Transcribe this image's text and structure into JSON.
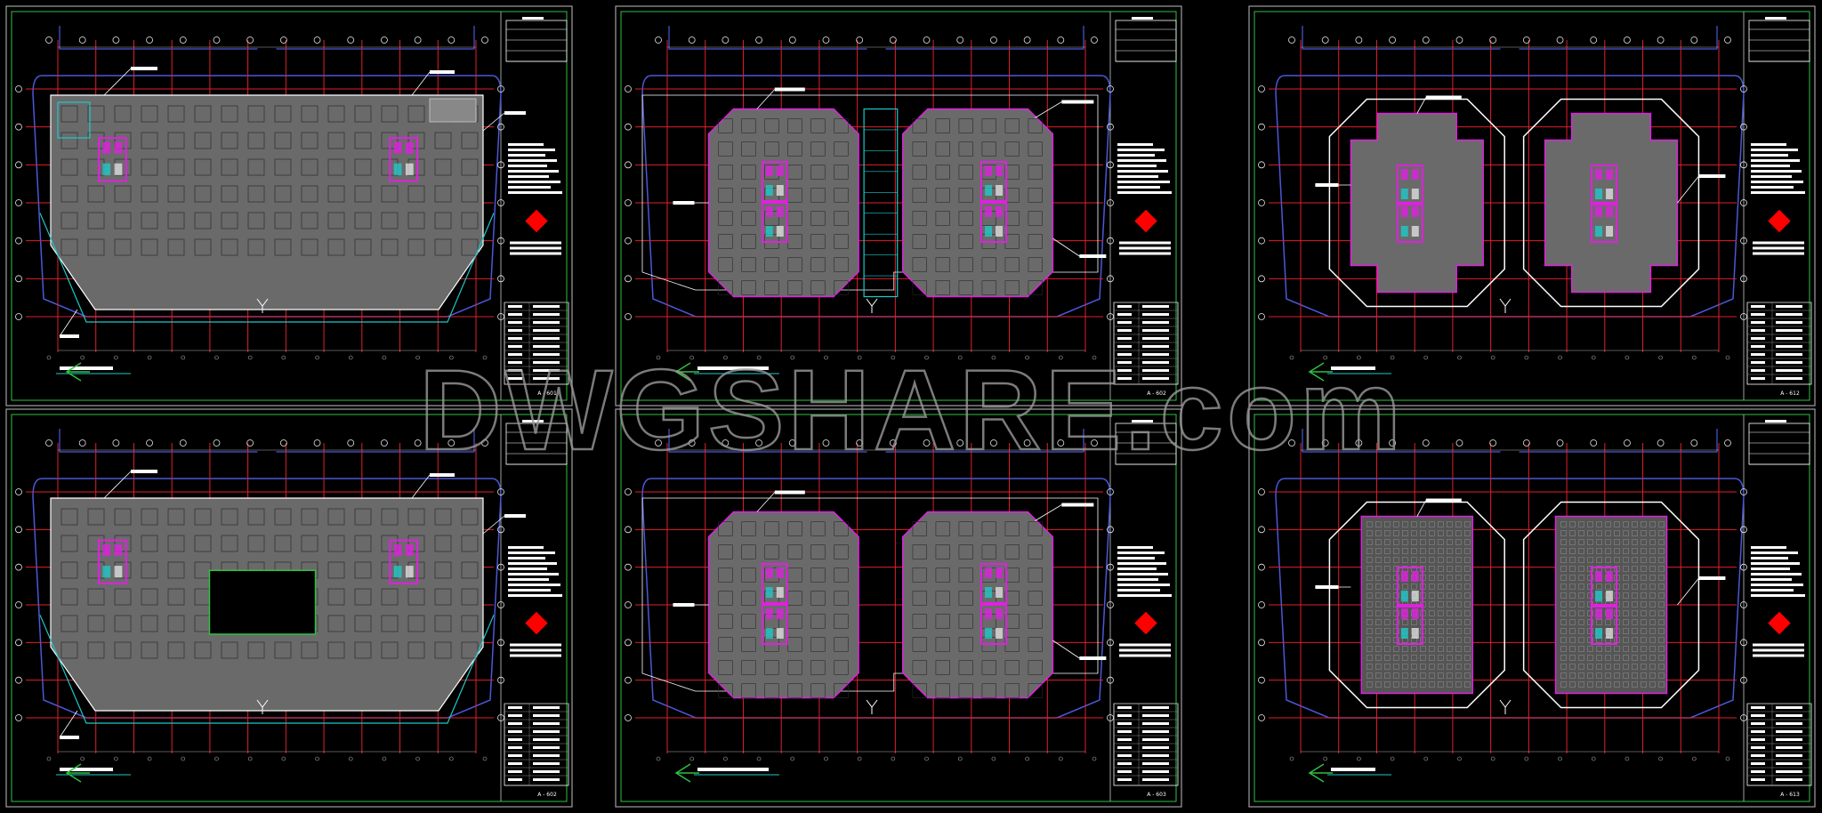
{
  "watermark": "DWGSHARE.com",
  "colors": {
    "background": "#000000",
    "sheet_border": "#a0a0a0",
    "grid_line": "#e0202a",
    "axis_bubble": "#e8e8e8",
    "site_outline": "#4a58d8",
    "floor_fill": "#6a6a6a",
    "core_magenta": "#e020e0",
    "stair_cyan": "#20c8c8",
    "green_line": "#30c040",
    "logo_red": "#ff0000",
    "label_white": "#ffffff"
  },
  "sheets": [
    {
      "id": "sheet-1",
      "plan": "podium",
      "drawing_no": "A - 601"
    },
    {
      "id": "sheet-2",
      "plan": "twin-octagon-bridged",
      "drawing_no": "A - 602"
    },
    {
      "id": "sheet-3",
      "plan": "twin-cross",
      "drawing_no": "A - 612"
    },
    {
      "id": "sheet-4",
      "plan": "podium-atrium",
      "drawing_no": "A - 602"
    },
    {
      "id": "sheet-5",
      "plan": "twin-octagon",
      "drawing_no": "A - 603"
    },
    {
      "id": "sheet-6",
      "plan": "twin-roof",
      "drawing_no": "A - 613"
    }
  ]
}
